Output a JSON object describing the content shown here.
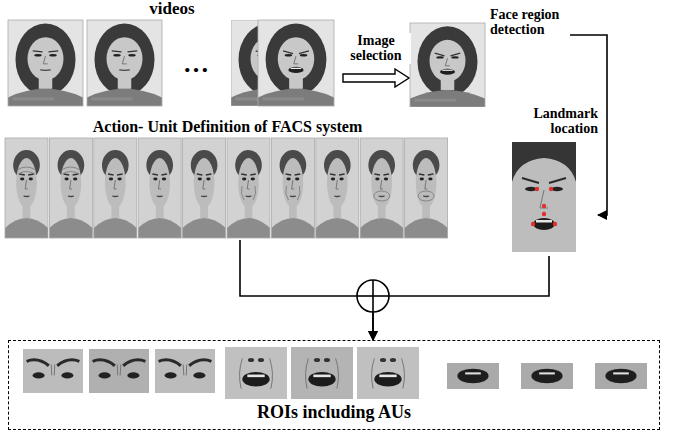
{
  "diagram": {
    "nodes": [
      {
        "text": [
          "videos"
        ]
      },
      {
        "text": [
          "Face region detection"
        ]
      },
      {
        "text": [
          "Action- Unit Definition of FACS system"
        ]
      },
      {
        "text": [
          "Landmark location"
        ]
      },
      {
        "text": [
          "ROIs including AUs"
        ]
      }
    ],
    "edges": [
      {
        "from": 0,
        "to": 1,
        "arrow": "to",
        "label": "Image selection"
      },
      {
        "from": 1,
        "to": 3,
        "arrow": "to"
      },
      {
        "from": 2,
        "to": 4,
        "arrow": "to"
      },
      {
        "from": 3,
        "to": 4,
        "arrow": "to"
      }
    ],
    "labels": [
      "…"
    ]
  }
}
